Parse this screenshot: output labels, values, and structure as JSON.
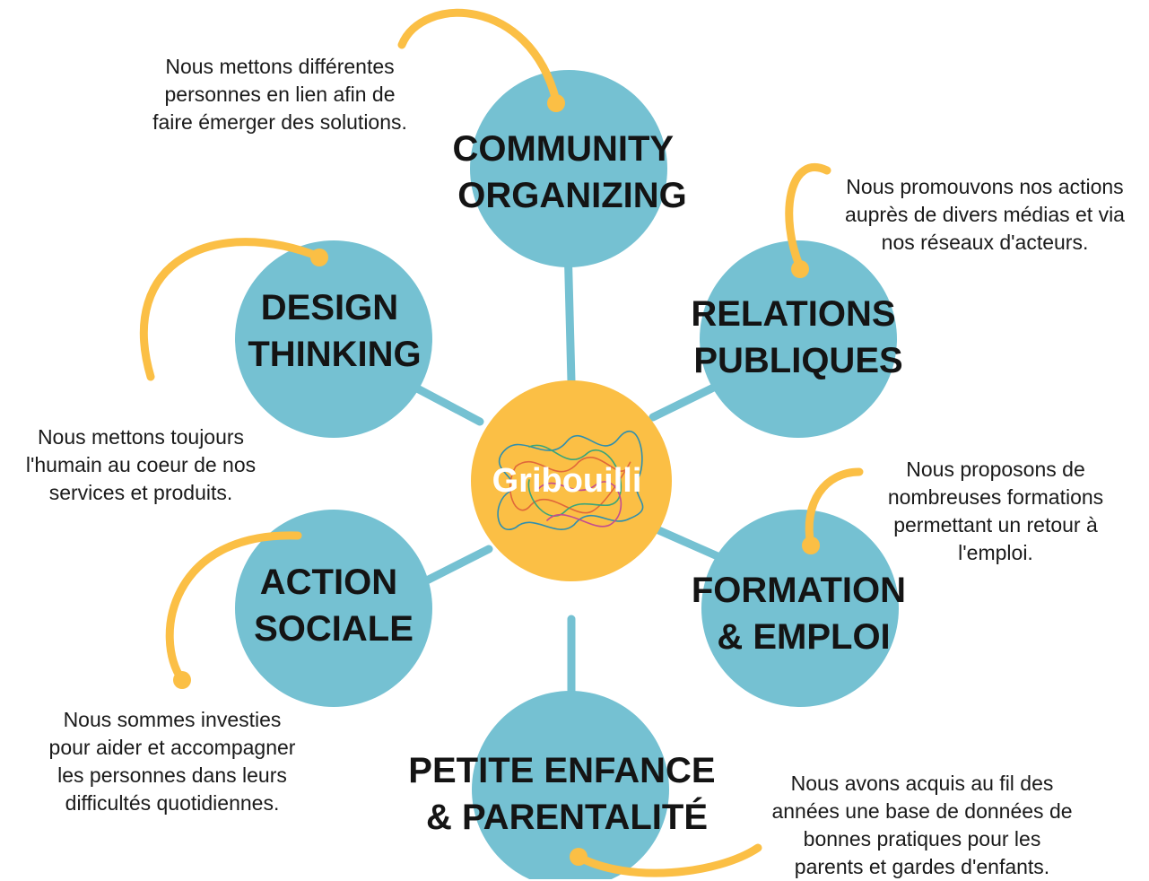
{
  "center": {
    "label": "Gribouilli"
  },
  "colors": {
    "teal": "#75c1d2",
    "yellow": "#fbbf45",
    "text": "#141414"
  },
  "nodes": [
    {
      "id": "community-organizing",
      "title": [
        "COMMUNITY",
        "ORGANIZING"
      ],
      "description": [
        "Nous mettons différentes",
        "personnes en lien afin de",
        "faire émerger des solutions."
      ]
    },
    {
      "id": "relations-publiques",
      "title": [
        "RELATIONS",
        "PUBLIQUES"
      ],
      "description": [
        "Nous promouvons nos actions",
        "auprès de divers médias et via",
        "nos réseaux d'acteurs."
      ]
    },
    {
      "id": "formation-emploi",
      "title": [
        "FORMATION",
        "& EMPLOI"
      ],
      "description": [
        "Nous proposons de",
        "nombreuses formations",
        "permettant un retour à",
        "l'emploi."
      ]
    },
    {
      "id": "petite-enfance",
      "title": [
        "PETITE ENFANCE",
        "& PARENTALITÉ"
      ],
      "description": [
        "Nous avons acquis au fil des",
        "années une base de données de",
        "bonnes pratiques pour les",
        "parents et gardes d'enfants."
      ]
    },
    {
      "id": "action-sociale",
      "title": [
        "ACTION",
        "SOCIALE"
      ],
      "description": [
        "Nous sommes investies",
        "pour aider et accompagner",
        "les personnes dans leurs",
        "difficultés quotidiennes."
      ]
    },
    {
      "id": "design-thinking",
      "title": [
        "DESIGN",
        "THINKING"
      ],
      "description": [
        "Nous mettons toujours",
        "l'humain au coeur de nos",
        "services et produits."
      ]
    }
  ]
}
